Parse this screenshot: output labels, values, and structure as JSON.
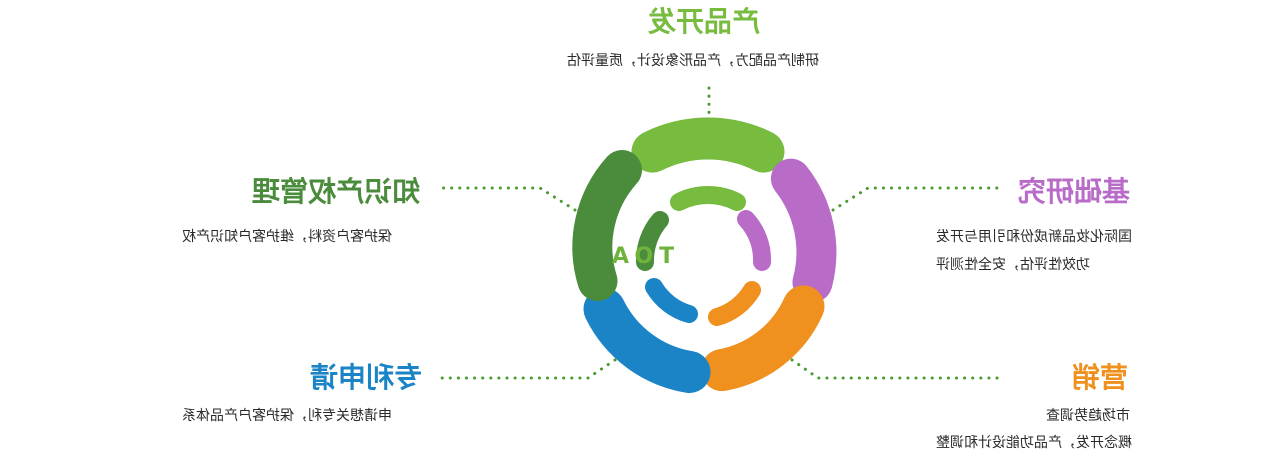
{
  "center": {
    "label": "TOA"
  },
  "segments": [
    {
      "key": "product",
      "title": "产品开发",
      "lines": [
        "研制产品配方，产品形象设计，质量评估"
      ],
      "color": "#77bb3f"
    },
    {
      "key": "research",
      "title": "基础研究",
      "lines": [
        "国际化妆品新成份和引用与开发",
        "功效性评估，安全性测评"
      ],
      "color": "#b86cc8"
    },
    {
      "key": "marketing",
      "title": "营销",
      "lines": [
        "市场趋势调查",
        "概念开发，产品功能设计和调整"
      ],
      "color": "#f0901e"
    },
    {
      "key": "patent",
      "title": "专利申请",
      "lines": [
        "申请想关专利，保护客户产品体系"
      ],
      "color": "#1b84c6"
    },
    {
      "key": "ip",
      "title": "知识产权管理",
      "lines": [
        "保护客户资料，维护客户知识产权"
      ],
      "color": "#4b8c3c"
    }
  ],
  "dots_color": "#4a9a2e"
}
